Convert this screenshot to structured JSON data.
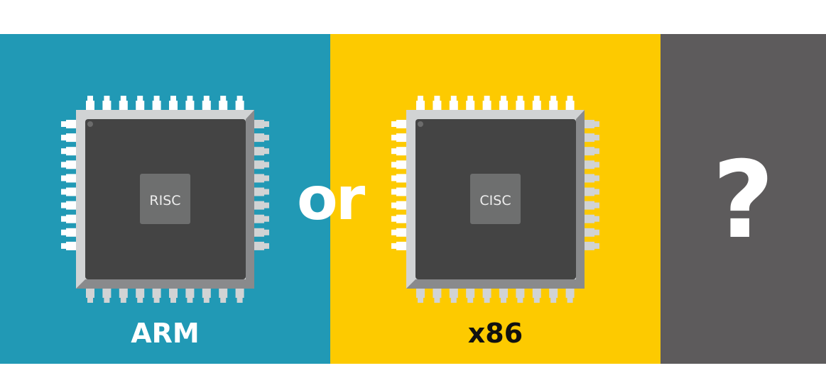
{
  "left": {
    "chip_label": "RISC",
    "name": "ARM"
  },
  "connector": "or",
  "middle": {
    "chip_label": "CISC",
    "name": "x86"
  },
  "right": {
    "symbol": "?"
  },
  "colors": {
    "arm": "#2199B5",
    "x86": "#FDCA00",
    "unknown": "#5D5B5C"
  }
}
